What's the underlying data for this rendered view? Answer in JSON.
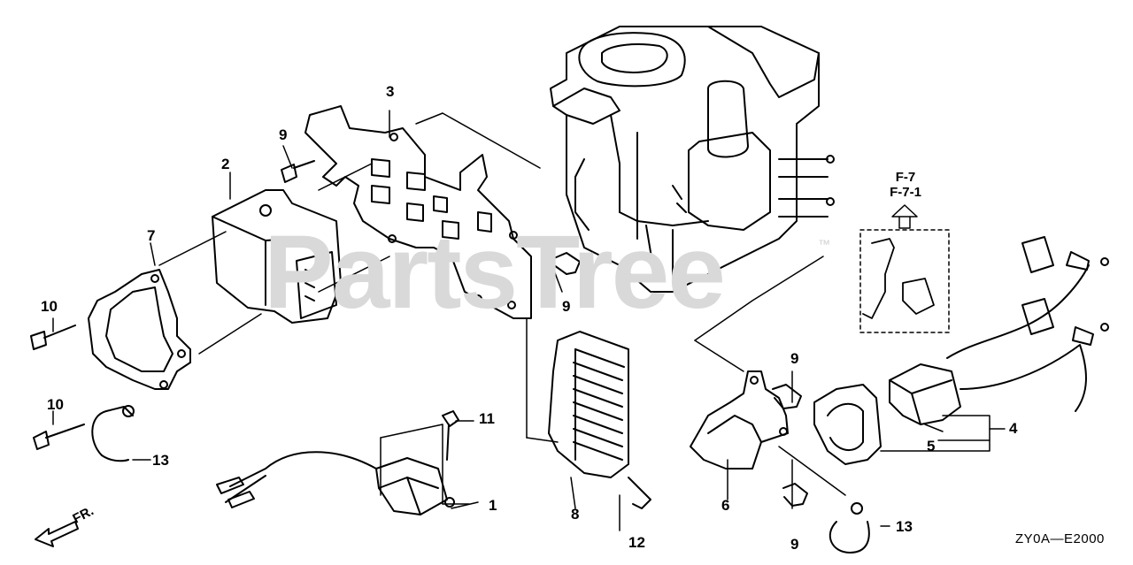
{
  "watermark": {
    "text": "PartsTree",
    "trademark": "™"
  },
  "diagram_code": "ZY0A—E2000",
  "direction_label": "FR.",
  "reference": {
    "line1": "F-7",
    "line2": "F-7-1"
  },
  "callouts": [
    "1",
    "2",
    "3",
    "4",
    "5",
    "6",
    "7",
    "8",
    "9",
    "9",
    "9",
    "9",
    "10",
    "10",
    "11",
    "12",
    "13",
    "13"
  ],
  "labels": {
    "c1": "1",
    "c2": "2",
    "c3": "3",
    "c4": "4",
    "c5": "5",
    "c6": "6",
    "c7": "7",
    "c8": "8",
    "c9a": "9",
    "c9b": "9",
    "c9c": "9",
    "c9d": "9",
    "c10a": "10",
    "c10b": "10",
    "c11": "11",
    "c12": "12",
    "c13a": "13",
    "c13b": "13"
  }
}
